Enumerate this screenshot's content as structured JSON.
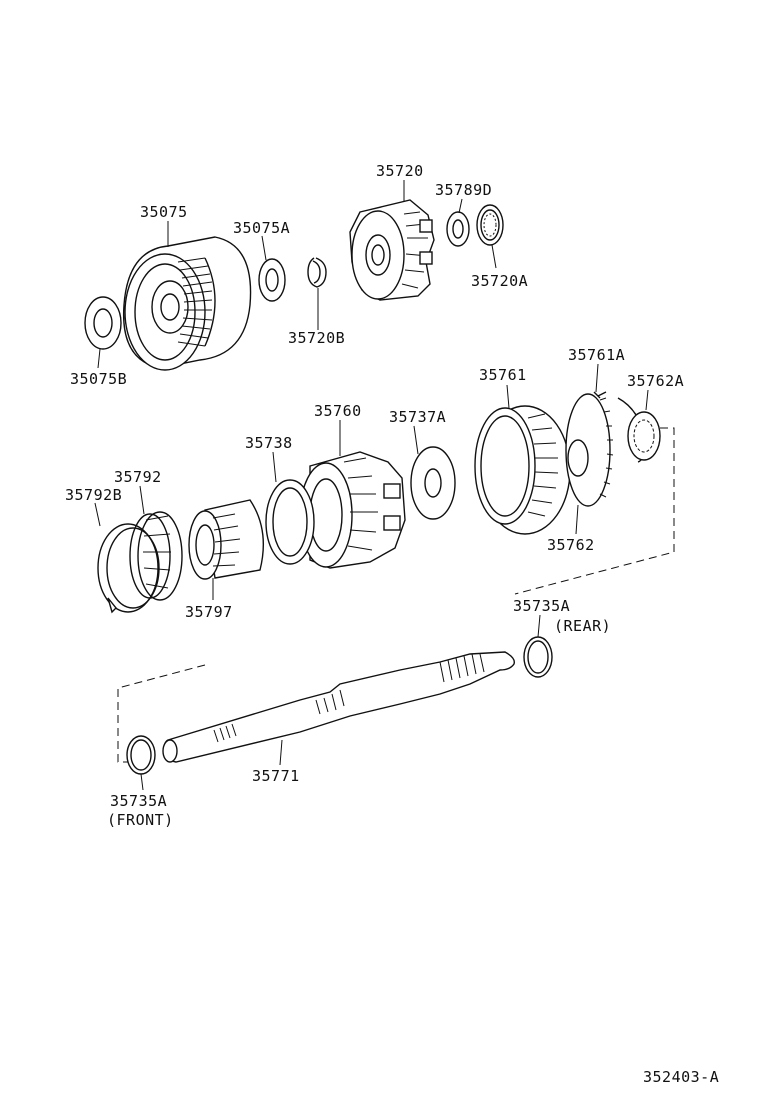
{
  "diagram_id": "352403-A",
  "labels": {
    "p35720": "35720",
    "p35789D": "35789D",
    "p35720A": "35720A",
    "p35075": "35075",
    "p35075A": "35075A",
    "p35720B": "35720B",
    "p35075B": "35075B",
    "p35761A": "35761A",
    "p35761": "35761",
    "p35762A": "35762A",
    "p35760": "35760",
    "p35737A": "35737A",
    "p35738": "35738",
    "p35792": "35792",
    "p35792B": "35792B",
    "p35762": "35762",
    "p35797": "35797",
    "p35735A_rear": "35735A",
    "rear": "(REAR)",
    "p35771": "35771",
    "p35735A_front": "35735A",
    "front": "(FRONT)"
  }
}
